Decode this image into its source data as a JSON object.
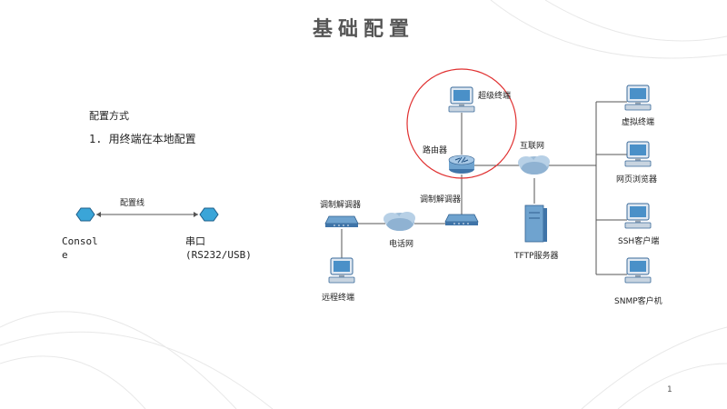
{
  "title": "基础配置",
  "left": {
    "method_label": "配置方式",
    "step": "1. 用终端在本地配置",
    "cable_label": "配置线",
    "console_label": "Console",
    "serial_label": "串口\n(RS232/USB)"
  },
  "network": {
    "super_terminal": "超级终端",
    "router": "路由器",
    "internet": "互联网",
    "modem_left": "调制解调器",
    "modem_right": "调制解调器",
    "phone_net": "电话网",
    "remote_terminal": "远程终端",
    "tftp_server": "TFTP服务器",
    "virtual_terminal": "虚拟终端",
    "web_browser": "网页浏览器",
    "ssh_client": "SSH客户端",
    "snmp_client": "SNMP客户机"
  },
  "page_number": "1",
  "colors": {
    "highlight_circle": "#e03030",
    "device_blue": "#4a90c8",
    "line": "#555555"
  }
}
